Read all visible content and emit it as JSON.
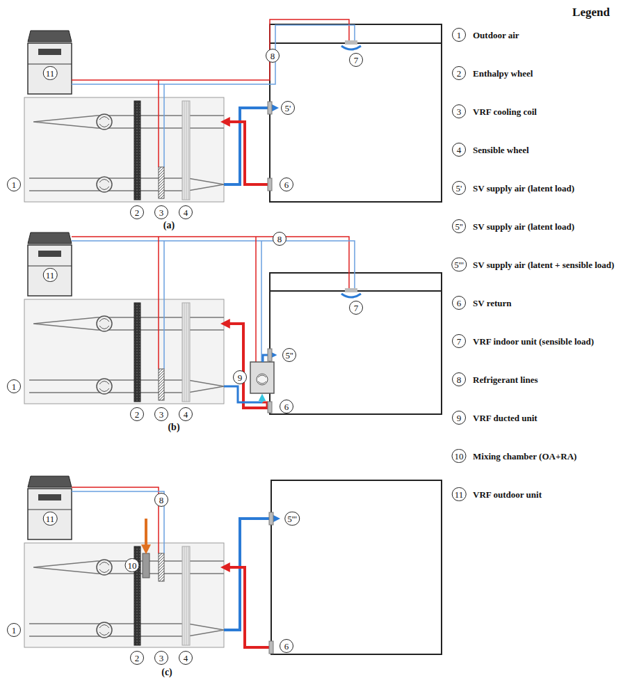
{
  "diagram": {
    "labels": [
      "Legend",
      "11",
      "8",
      "7",
      "5'",
      "1",
      "2",
      "3",
      "4",
      "6",
      "(a)",
      "11",
      "8",
      "7",
      "5''",
      "9",
      "1",
      "2",
      "3",
      "4",
      "6",
      "(b)",
      "11",
      "8",
      "10",
      "1",
      "2",
      "3",
      "4",
      "5'''",
      "6",
      "(c)",
      "1",
      "2",
      "3",
      "4",
      "5'",
      "5''",
      "5'''",
      "6",
      "7",
      "8",
      "9",
      "10",
      "11"
    ],
    "legend": [
      {
        "text": "Outdoor air"
      },
      {
        "text": "Enthalpy wheel"
      },
      {
        "text": "VRF cooling coil"
      },
      {
        "text": "Sensible wheel"
      },
      {
        "text": "SV supply air (latent load)"
      },
      {
        "text": "SV supply air (latent load)"
      },
      {
        "text": "SV supply air (latent + sensible load)"
      },
      {
        "text": "SV return"
      },
      {
        "text": "VRF indoor unit (sensible load)"
      },
      {
        "text": "Refrigerant lines"
      },
      {
        "text": "VRF ducted unit"
      },
      {
        "text": "Mixing chamber (OA+RA)"
      },
      {
        "text": "VRF outdoor unit"
      }
    ]
  }
}
